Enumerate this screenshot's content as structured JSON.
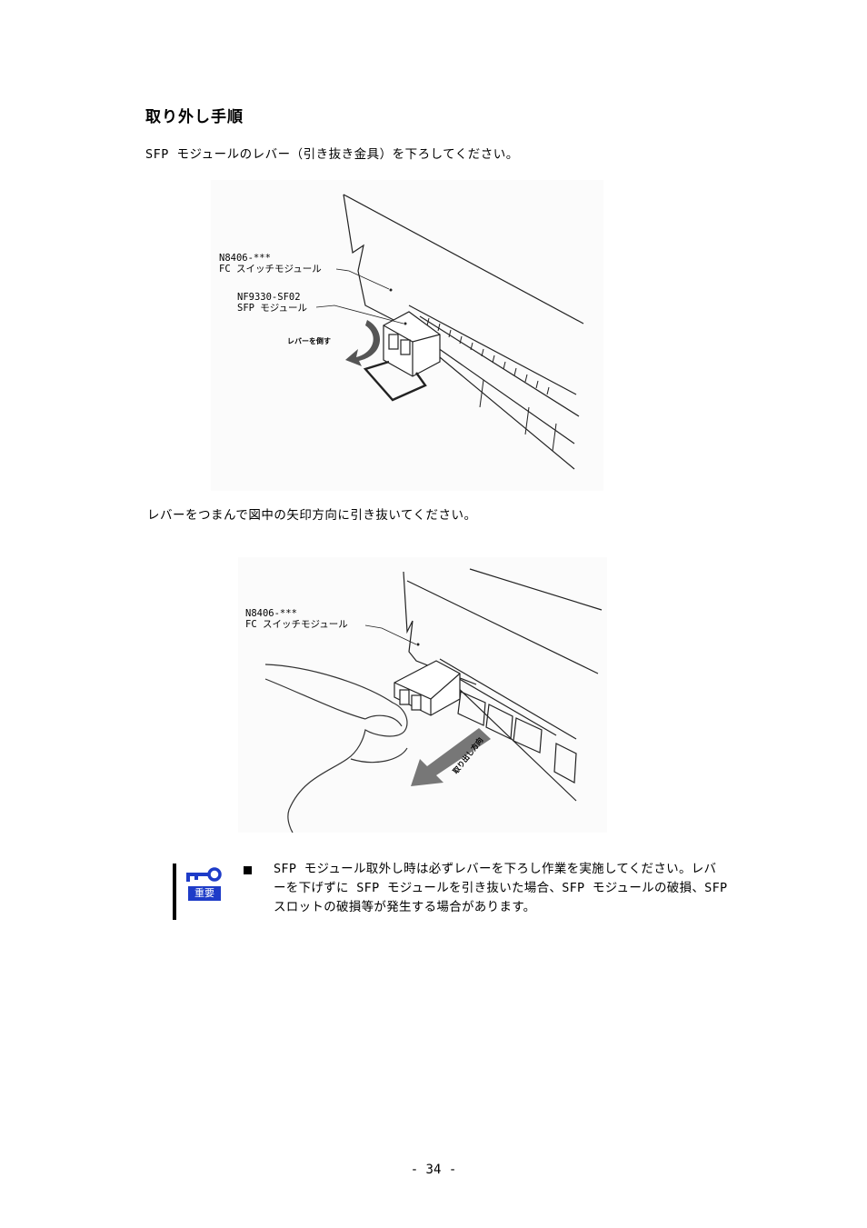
{
  "heading": "取り外し手順",
  "step1": "SFP モジュールのレバー（引き抜き金具）を下ろしてください。",
  "figure1": {
    "label_switch_line1": "N8406-***",
    "label_switch_line2": "FC スイッチモジュール",
    "label_sfp_line1": "NF9330-SF02",
    "label_sfp_line2": "SFP モジュール",
    "action_label": "レバーを倒す"
  },
  "step2": "レバーをつまんで図中の矢印方向に引き抜いてください。",
  "figure2": {
    "label_switch_line1": "N8406-***",
    "label_switch_line2": "FC スイッチモジュール",
    "direction_label": "取り出し方向"
  },
  "note": {
    "icon": "key-icon",
    "badge": "重要",
    "line1": "SFP モジュール取外し時は必ずレバーを下ろし作業を実施してください。レバ",
    "line2": "ーを下げずに SFP モジュールを引き抜いた場合、SFP モジュールの破損、SFP",
    "line3": "スロットの破損等が発生する場合があります。"
  },
  "page_number": "- 34 -"
}
